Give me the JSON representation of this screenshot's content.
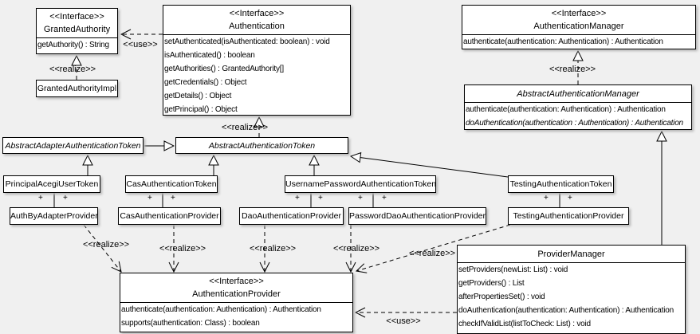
{
  "diagram": {
    "stereotype_interface": "<<Interface>>",
    "label_realize": "<<realize>>",
    "label_use": "<<use>>",
    "label_plus": "+",
    "classes": {
      "granted_authority": {
        "name": "GrantedAuthority",
        "methods": [
          "getAuthority() : String"
        ]
      },
      "granted_authority_impl": {
        "name": "GrantedAuthorityImpl"
      },
      "authentication": {
        "name": "Authentication",
        "methods": [
          "setAuthenticated(isAuthenticated: boolean) : void",
          "isAuthenticated() : boolean",
          "getAuthorities() : GrantedAuthority[]",
          "getCredentials() : Object",
          "getDetails() : Object",
          "getPrincipal() : Object"
        ]
      },
      "authentication_manager": {
        "name": "AuthenticationManager",
        "methods": [
          "authenticate(authentication: Authentication) : Authentication"
        ]
      },
      "abstract_authentication_manager": {
        "name": "AbstractAuthenticationManager",
        "methods": [
          "authenticate(authentication: Authentication) : Authentication",
          "doAuthentication(authentication : Authentication) : Authentication"
        ]
      },
      "abstract_adapter_authentication_token": {
        "name": "AbstractAdapterAuthenticationToken"
      },
      "abstract_authentication_token": {
        "name": "AbstractAuthenticationToken"
      },
      "principal_acegi_user_token": {
        "name": "PrincipalAcegiUserToken"
      },
      "cas_authentication_token": {
        "name": "CasAuthenticationToken"
      },
      "username_password_authentication_token": {
        "name": "UsernamePasswordAuthenticationToken"
      },
      "testing_authentication_token": {
        "name": "TestingAuthenticationToken"
      },
      "auth_by_adapter_provider": {
        "name": "AuthByAdapterProvider"
      },
      "cas_authentication_provider": {
        "name": "CasAuthenticationProvider"
      },
      "dao_authentication_provider": {
        "name": "DaoAuthenticationProvider"
      },
      "password_dao_authentication_provider": {
        "name": "PasswordDaoAuthenticationProvider"
      },
      "testing_authentication_provider": {
        "name": "TestingAuthenticationProvider"
      },
      "authentication_provider": {
        "name": "AuthenticationProvider",
        "methods": [
          "authenticate(authentication: Authentication) : Authentication",
          "supports(authentication: Class) : boolean"
        ]
      },
      "provider_manager": {
        "name": "ProviderManager",
        "methods": [
          "setProviders(newList: List) : void",
          "getProviders() : List",
          "afterPropertiesSet() : void",
          "doAuthentication(authentication: Authentication) : Authentication",
          "checkIfValidList(listToCheck: List) : void"
        ]
      }
    }
  }
}
